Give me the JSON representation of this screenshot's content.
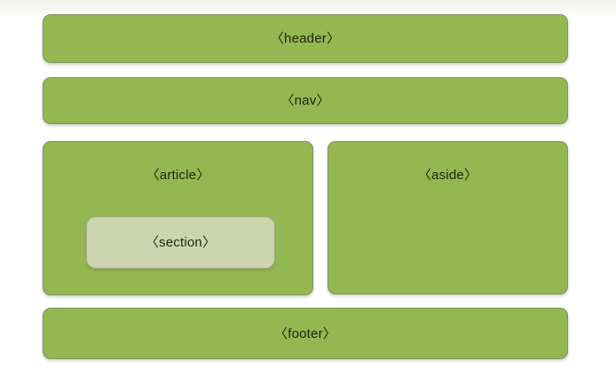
{
  "diagram": {
    "title": "HTML5 semantic page-structure diagram",
    "type": "nested-box-layout",
    "bracket_open": "〈",
    "bracket_close": "〉",
    "colors": {
      "background": "#ffffff",
      "top_wash": "#f1f2ef",
      "box_fill": "#94b851",
      "box_border": "#7f9163",
      "nested_fill": "#ccd5ae",
      "nested_border": "#9fae85",
      "label_text": "#1d2411"
    },
    "blocks": {
      "header": {
        "label": "〈header〉",
        "tag": "header"
      },
      "nav": {
        "label": "〈nav〉",
        "tag": "nav"
      },
      "article": {
        "label": "〈article〉",
        "tag": "article"
      },
      "section": {
        "label": "〈section〉",
        "tag": "section"
      },
      "aside": {
        "label": "〈aside〉",
        "tag": "aside"
      },
      "footer": {
        "label": "〈footer〉",
        "tag": "footer"
      }
    }
  }
}
